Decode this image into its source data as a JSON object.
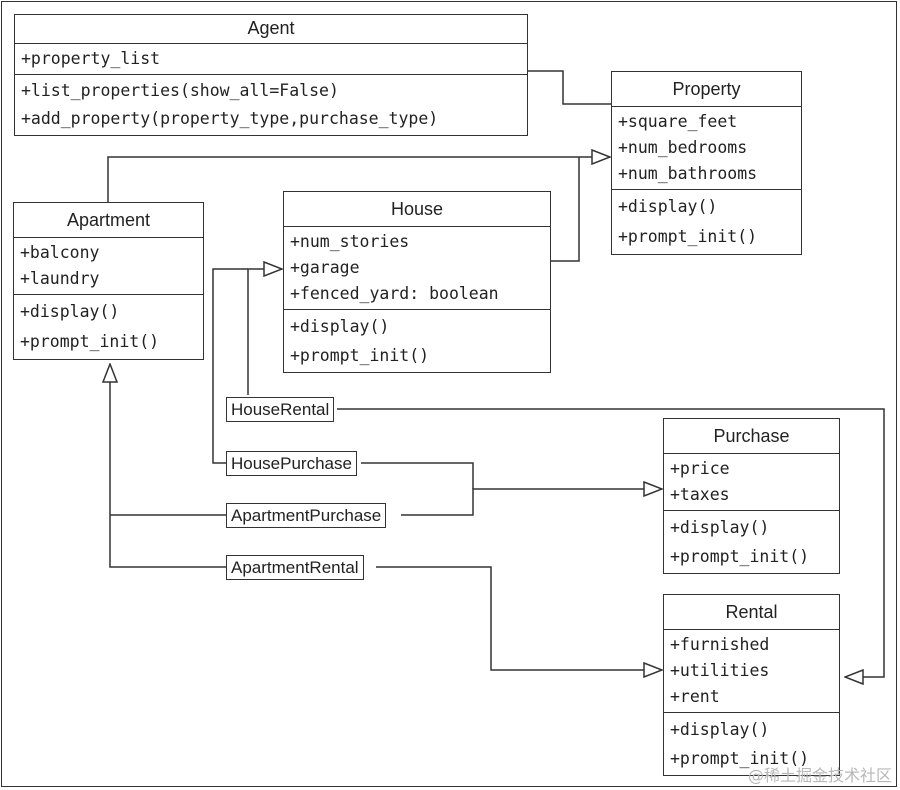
{
  "classes": {
    "agent": {
      "name": "Agent",
      "attributes": [
        "+property_list"
      ],
      "methods": [
        "+list_properties(show_all=False)",
        "+add_property(property_type,purchase_type)"
      ]
    },
    "property": {
      "name": "Property",
      "attributes": [
        "+square_feet",
        "+num_bedrooms",
        "+num_bathrooms"
      ],
      "methods": [
        "+display()",
        "+prompt_init()"
      ]
    },
    "apartment": {
      "name": "Apartment",
      "attributes": [
        "+balcony",
        "+laundry"
      ],
      "methods": [
        "+display()",
        "+prompt_init()"
      ]
    },
    "house": {
      "name": "House",
      "attributes": [
        "+num_stories",
        "+garage",
        "+fenced_yard: boolean"
      ],
      "methods": [
        "+display()",
        "+prompt_init()"
      ]
    },
    "purchase": {
      "name": "Purchase",
      "attributes": [
        "+price",
        "+taxes"
      ],
      "methods": [
        "+display()",
        "+prompt_init()"
      ]
    },
    "rental": {
      "name": "Rental",
      "attributes": [
        "+furnished",
        "+utilities",
        "+rent"
      ],
      "methods": [
        "+display()",
        "+prompt_init()"
      ]
    }
  },
  "subclasses": {
    "house_rental": "HouseRental",
    "house_purchase": "HousePurchase",
    "apartment_purchase": "ApartmentPurchase",
    "apartment_rental": "ApartmentRental"
  },
  "watermark": "@稀土掘金技术社区",
  "colors": {
    "line": "#333333",
    "background": "#ffffff",
    "text": "#222222",
    "watermark": "#b8b8b8"
  }
}
